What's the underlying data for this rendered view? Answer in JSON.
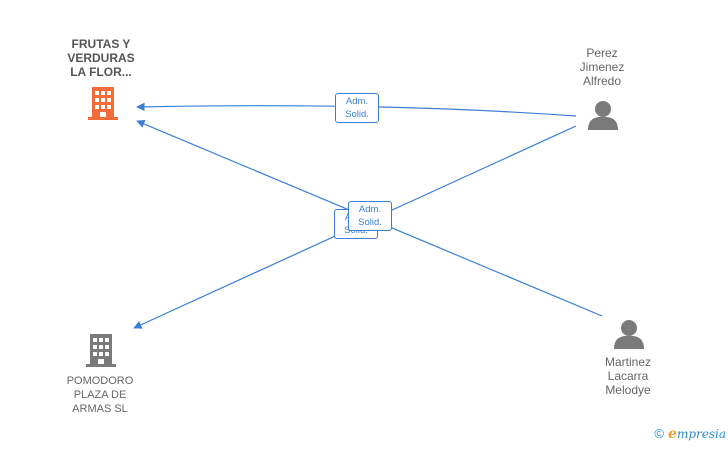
{
  "nodes": {
    "company_main": {
      "lines": [
        "FRUTAS Y",
        "VERDURAS",
        "LA FLOR..."
      ],
      "color": "#f26b3a"
    },
    "company_secondary": {
      "lines": [
        "POMODORO",
        "PLAZA DE",
        "ARMAS  SL"
      ],
      "color": "#7a7a7a"
    },
    "person_perez": {
      "lines": [
        "Perez",
        "Jimenez",
        "Alfredo"
      ],
      "color": "#7a7a7a"
    },
    "person_martinez": {
      "lines": [
        "Martinez",
        "Lacarra",
        "Melodye"
      ],
      "color": "#7a7a7a"
    }
  },
  "edges": [
    {
      "from": "person_perez",
      "to": "company_main",
      "label": [
        "Adm.",
        "Solid."
      ]
    },
    {
      "from": "person_perez",
      "to": "company_secondary",
      "label": [
        "Adm.",
        "Solid."
      ]
    },
    {
      "from": "person_martinez",
      "to": "company_main",
      "label": [
        "Adm.",
        "Solid."
      ]
    }
  ],
  "edge_color": "#3a7fd5",
  "watermark": {
    "symbol": "©",
    "brand_initial": "e",
    "brand_rest": "mpresia"
  }
}
